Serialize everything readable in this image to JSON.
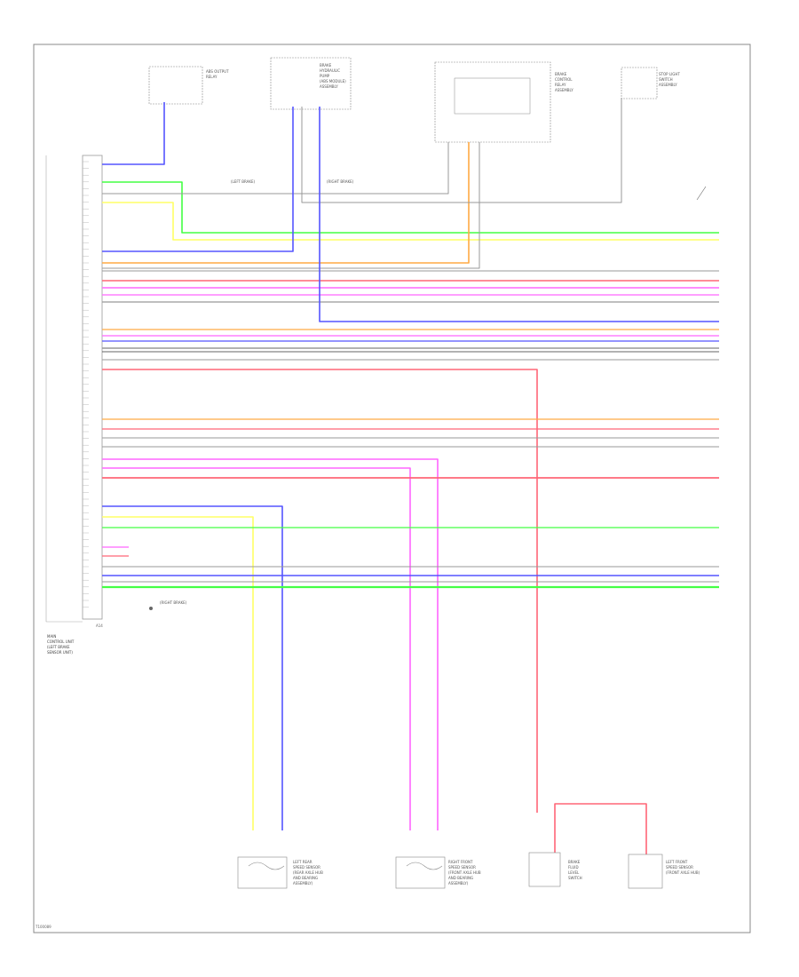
{
  "diagram_code": "T100089",
  "module_label": [
    "MAIN",
    "CONTROL UNIT",
    "(LEFT BRAKE",
    "SENSOR UNIT)"
  ],
  "module_box_label": "A14",
  "top_components": [
    {
      "label": [
        "ABS OUTPUT",
        "RELAY"
      ]
    },
    {
      "label": [
        "BRAKE",
        "HYDRAULIC",
        "PUMP",
        "(ABS MODULE)",
        "ASSEMBLY"
      ]
    },
    {
      "label": [
        "BRAKE",
        "CONTROL",
        "RELAY",
        "ASSEMBLY"
      ]
    },
    {
      "label": [
        "STOP LIGHT",
        "SWITCH",
        "ASSEMBLY"
      ]
    }
  ],
  "ground_labels": [
    "(LEFT BRAKE)",
    "(RIGHT BRAKE)",
    "(RIGHT BRAKE)"
  ],
  "bottom_components": [
    {
      "label": [
        "LEFT REAR",
        "SPEED SENSOR",
        "(REAR AXLE HUB",
        "AND BEARING",
        "ASSEMBLY)"
      ]
    },
    {
      "label": [
        "RIGHT FRONT",
        "SPEED SENSOR",
        "(FRONT AXLE HUB",
        "AND BEARING",
        "ASSEMBLY)"
      ]
    },
    {
      "label": [
        "BRAKE",
        "FLUID",
        "LEVEL",
        "SWITCH"
      ]
    },
    {
      "label": [
        "LEFT FRONT",
        "SPEED SENSOR",
        "(FRONT AXLE HUB)"
      ]
    }
  ],
  "wires": [
    {
      "color": "#44ff44",
      "label": "GRN"
    },
    {
      "color": "#ffff66",
      "label": "YEL"
    },
    {
      "color": "#5555ff",
      "label": "BLU"
    },
    {
      "color": "#ffaa44",
      "label": "ORN"
    },
    {
      "color": "#ff6677",
      "label": "RED"
    },
    {
      "color": "#ff66ff",
      "label": "PNK"
    },
    {
      "color": "#999999",
      "label": "GRY"
    },
    {
      "color": "#333333",
      "label": "BLK"
    }
  ]
}
